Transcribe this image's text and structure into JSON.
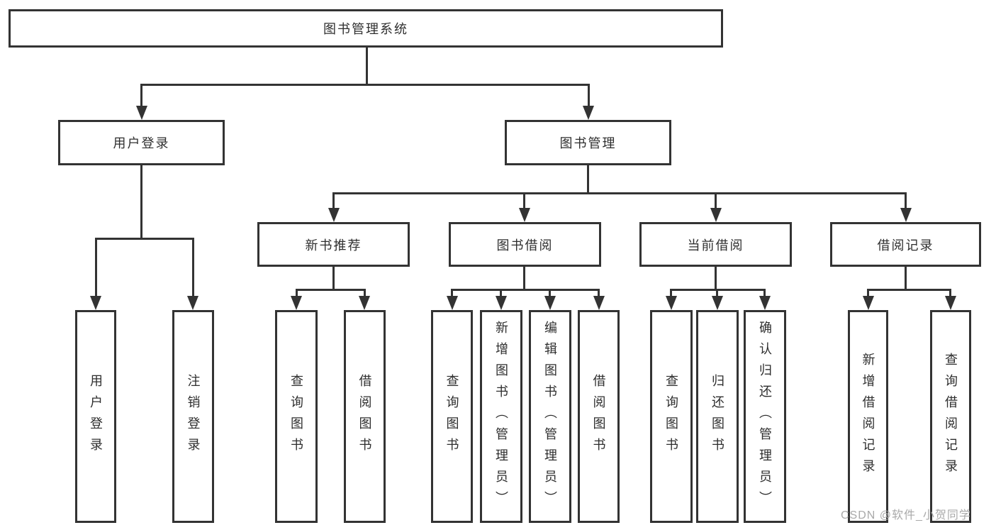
{
  "colors": {
    "line": "#333333",
    "text": "#2e2e2e",
    "background": "#ffffff",
    "watermark": "#a9a9a9"
  },
  "watermark": "CSDN @软件_小贺同学",
  "tree": {
    "label": "图书管理系统",
    "children": [
      {
        "label": "用户登录",
        "children": [
          {
            "label": "用户登录"
          },
          {
            "label": "注销登录"
          }
        ]
      },
      {
        "label": "图书管理",
        "children": [
          {
            "label": "新书推荐",
            "children": [
              {
                "label": "查询图书"
              },
              {
                "label": "借阅图书"
              }
            ]
          },
          {
            "label": "图书借阅",
            "children": [
              {
                "label": "查询图书"
              },
              {
                "label": "新增图书（管理员）"
              },
              {
                "label": "编辑图书（管理员）"
              },
              {
                "label": "借阅图书"
              }
            ]
          },
          {
            "label": "当前借阅",
            "children": [
              {
                "label": "查询图书"
              },
              {
                "label": "归还图书"
              },
              {
                "label": "确认归还（管理员）"
              }
            ]
          },
          {
            "label": "借阅记录",
            "children": [
              {
                "label": "新增借阅记录"
              },
              {
                "label": "查询借阅记录"
              }
            ]
          }
        ]
      }
    ]
  }
}
